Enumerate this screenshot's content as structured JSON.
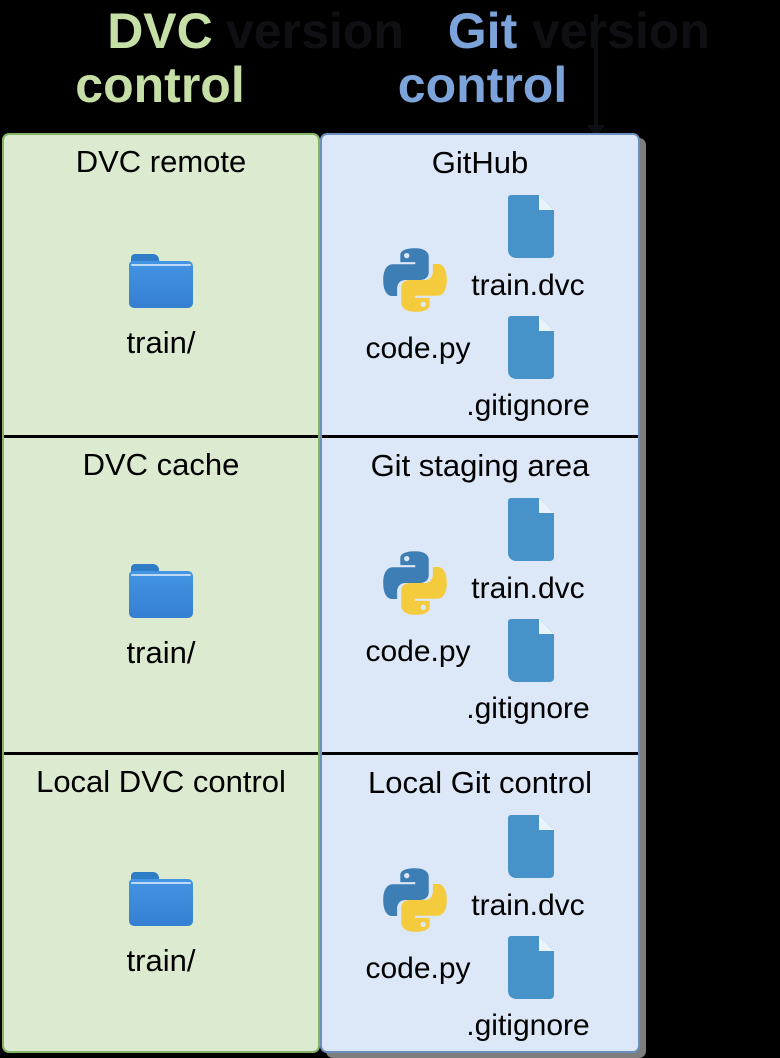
{
  "colors": {
    "background": "#000000",
    "header_green_text": "#c6dfa6",
    "header_blue_text": "#7da4da",
    "obscured_text": "#101014",
    "green_cell_bg": "#dcead0",
    "green_border": "#82b366",
    "blue_cell_bg": "#dce7f8",
    "blue_border": "#6c8ebf",
    "blue_col_shadow": "#7d7d7d",
    "row_divider": "#000000",
    "cell_text": "#000000",
    "folder_blue": "#3d8dda",
    "folder_tab_blue": "#2f7dc7",
    "file_blue": "#4793c9",
    "python_blue": "#3d7fb5",
    "python_yellow": "#f5cb3e"
  },
  "headers": {
    "left": {
      "line1": "DVC",
      "obscured_word": "version",
      "line2": "control"
    },
    "right": {
      "line1": "Git",
      "obscured_word": "version",
      "line2": "control"
    }
  },
  "table": {
    "rows": [
      {
        "left": {
          "title": "DVC remote",
          "folder_label": "train/"
        },
        "right": {
          "title": "GitHub",
          "python_label": "code.py",
          "file1_label": "train.dvc",
          "file2_label": ".gitignore"
        }
      },
      {
        "left": {
          "title": "DVC cache",
          "folder_label": "train/"
        },
        "right": {
          "title": "Git staging area",
          "python_label": "code.py",
          "file1_label": "train.dvc",
          "file2_label": ".gitignore"
        }
      },
      {
        "left": {
          "title": "Local DVC control",
          "folder_label": "train/"
        },
        "right": {
          "title": "Local Git control",
          "python_label": "code.py",
          "file1_label": "train.dvc",
          "file2_label": ".gitignore"
        }
      }
    ]
  }
}
